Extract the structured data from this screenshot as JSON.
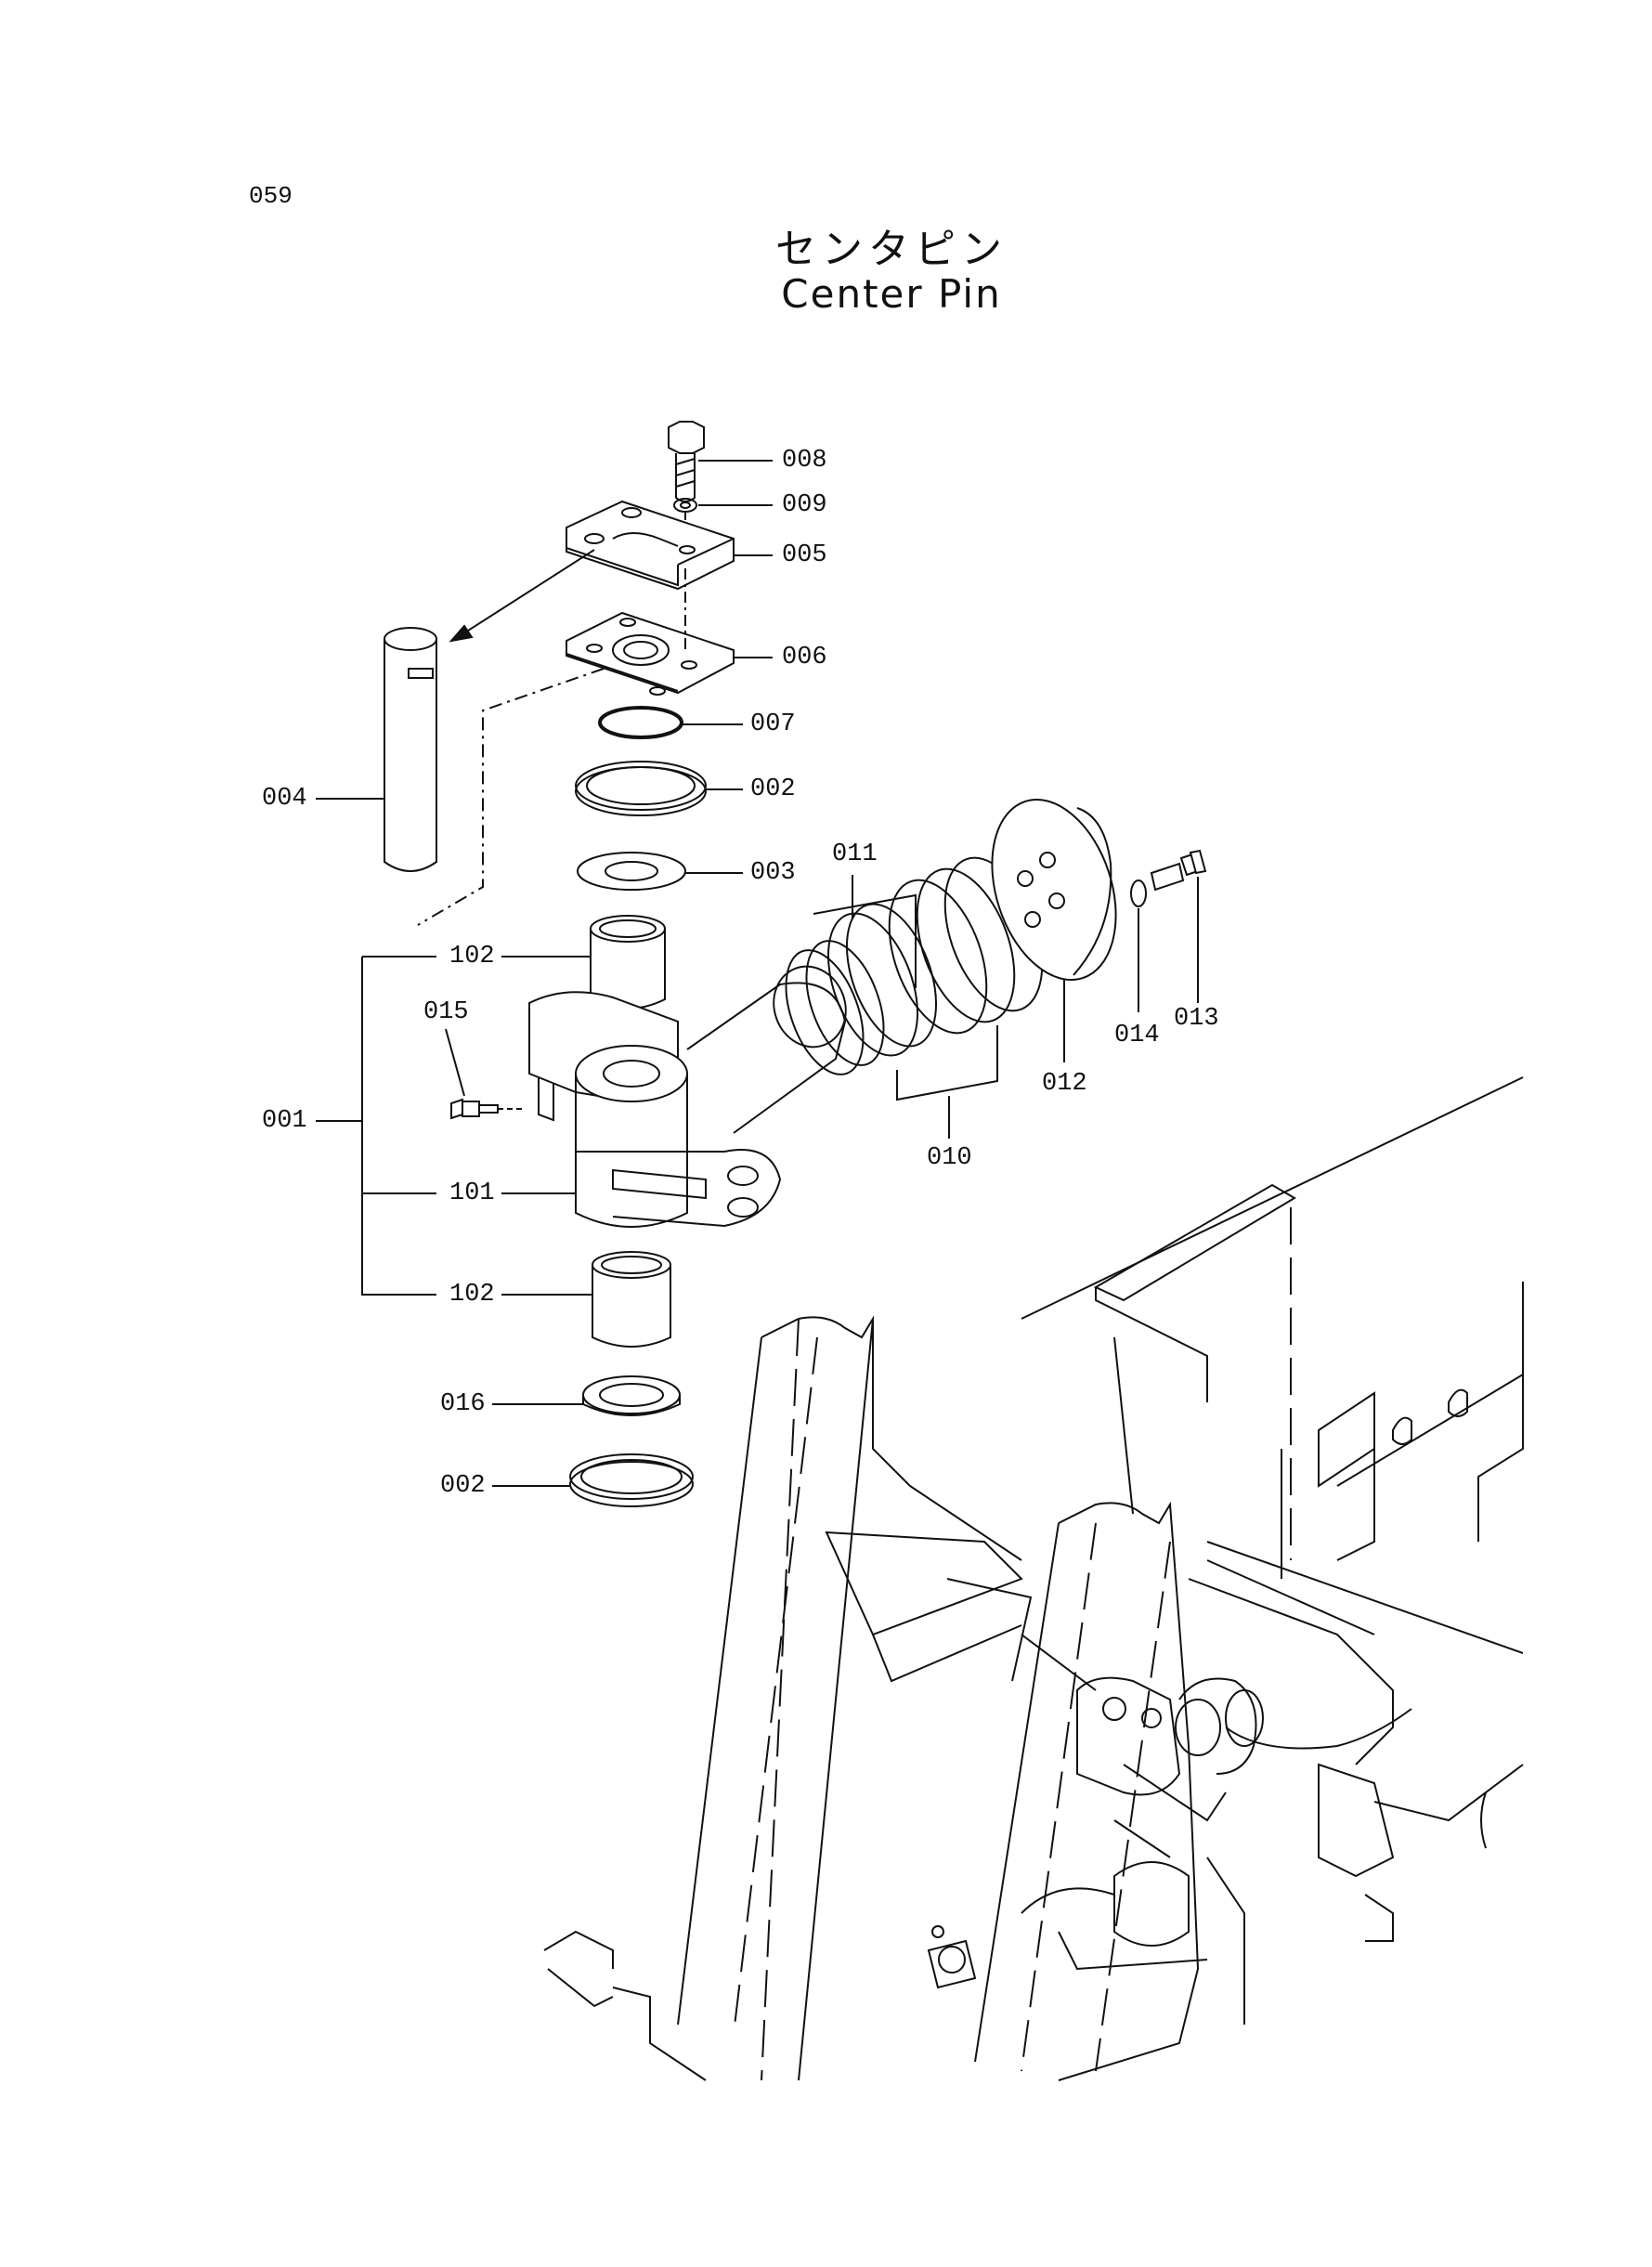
{
  "page_number": "059",
  "title_jp": "センタピン",
  "title_en": "Center Pin",
  "part_labels": {
    "p008": "008",
    "p009": "009",
    "p005": "005",
    "p006": "006",
    "p007": "007",
    "p002_top": "002",
    "p003": "003",
    "p004": "004",
    "p011": "011",
    "p102_top": "102",
    "p015": "015",
    "p001": "001",
    "p101": "101",
    "p010": "010",
    "p012": "012",
    "p014": "014",
    "p013": "013",
    "p102_bottom": "102",
    "p016": "016",
    "p002_bottom": "002"
  }
}
